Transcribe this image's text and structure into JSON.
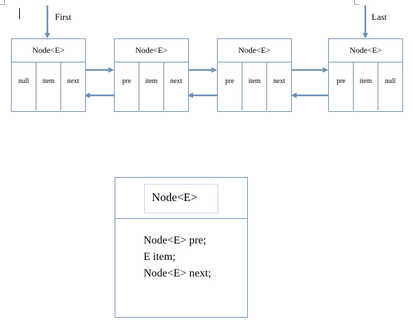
{
  "pointers": {
    "first": "First",
    "last": "Last"
  },
  "nodes": [
    {
      "title": "Node<E>",
      "cells": [
        "null",
        "item",
        "next"
      ]
    },
    {
      "title": "Node<E>",
      "cells": [
        "pre",
        "item",
        "next"
      ]
    },
    {
      "title": "Node<E>",
      "cells": [
        "pre",
        "item",
        "next"
      ]
    },
    {
      "title": "Node<E>",
      "cells": [
        "pre",
        "item",
        "null"
      ]
    }
  ],
  "node_class": {
    "title": "Node<E>",
    "fields": [
      "Node<E> pre;",
      "E item;",
      "Node<E> next;"
    ]
  },
  "colors": {
    "box_border": "#6b8fb8",
    "arrow": "#6b8fb8"
  }
}
